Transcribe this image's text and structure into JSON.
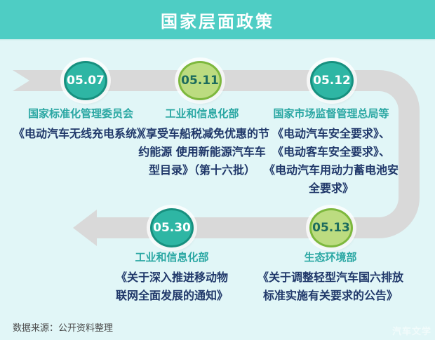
{
  "header": {
    "title": "国家层面政策"
  },
  "colors": {
    "header_bg": "#4ecdc4",
    "page_bg": "#e1f6f7",
    "track_gray": "#d9d9d9",
    "teal_circle_fill": "#2eb6a4",
    "teal_circle_border": "#17907f",
    "green_circle_fill": "#bcdc80",
    "green_circle_border": "#7db83d",
    "agency_text": "#2aa7a3",
    "policy_text": "#20386a"
  },
  "timeline": {
    "events": [
      {
        "date": "05.07",
        "agency": "国家标准化管理委员会",
        "policy": "《电动汽车无线充电系统》",
        "style": "teal"
      },
      {
        "date": "05.11",
        "agency": "工业和信息化部",
        "policy": "《享受车船税减免优惠的节\n约能源 使用新能源汽车车\n型目录》（第十六批）",
        "style": "green"
      },
      {
        "date": "05.12",
        "agency": "国家市场监督管理总局等",
        "policy": "《电动汽车安全要求》、\n《电动客车安全要求》、\n《电动汽车用动力蓄电池安\n全要求》",
        "style": "teal"
      },
      {
        "date": "05.30",
        "agency": "工业和信息化部",
        "policy": "《关于深入推进移动物\n联网全面发展的通知》",
        "style": "teal"
      },
      {
        "date": "05.13",
        "agency": "生态环境部",
        "policy": "《关于调整轻型汽车国六排放\n标准实施有关要求的公告》",
        "style": "green"
      }
    ]
  },
  "footer": {
    "source": "数据来源：公开资料整理",
    "watermark": "汽车文学"
  }
}
